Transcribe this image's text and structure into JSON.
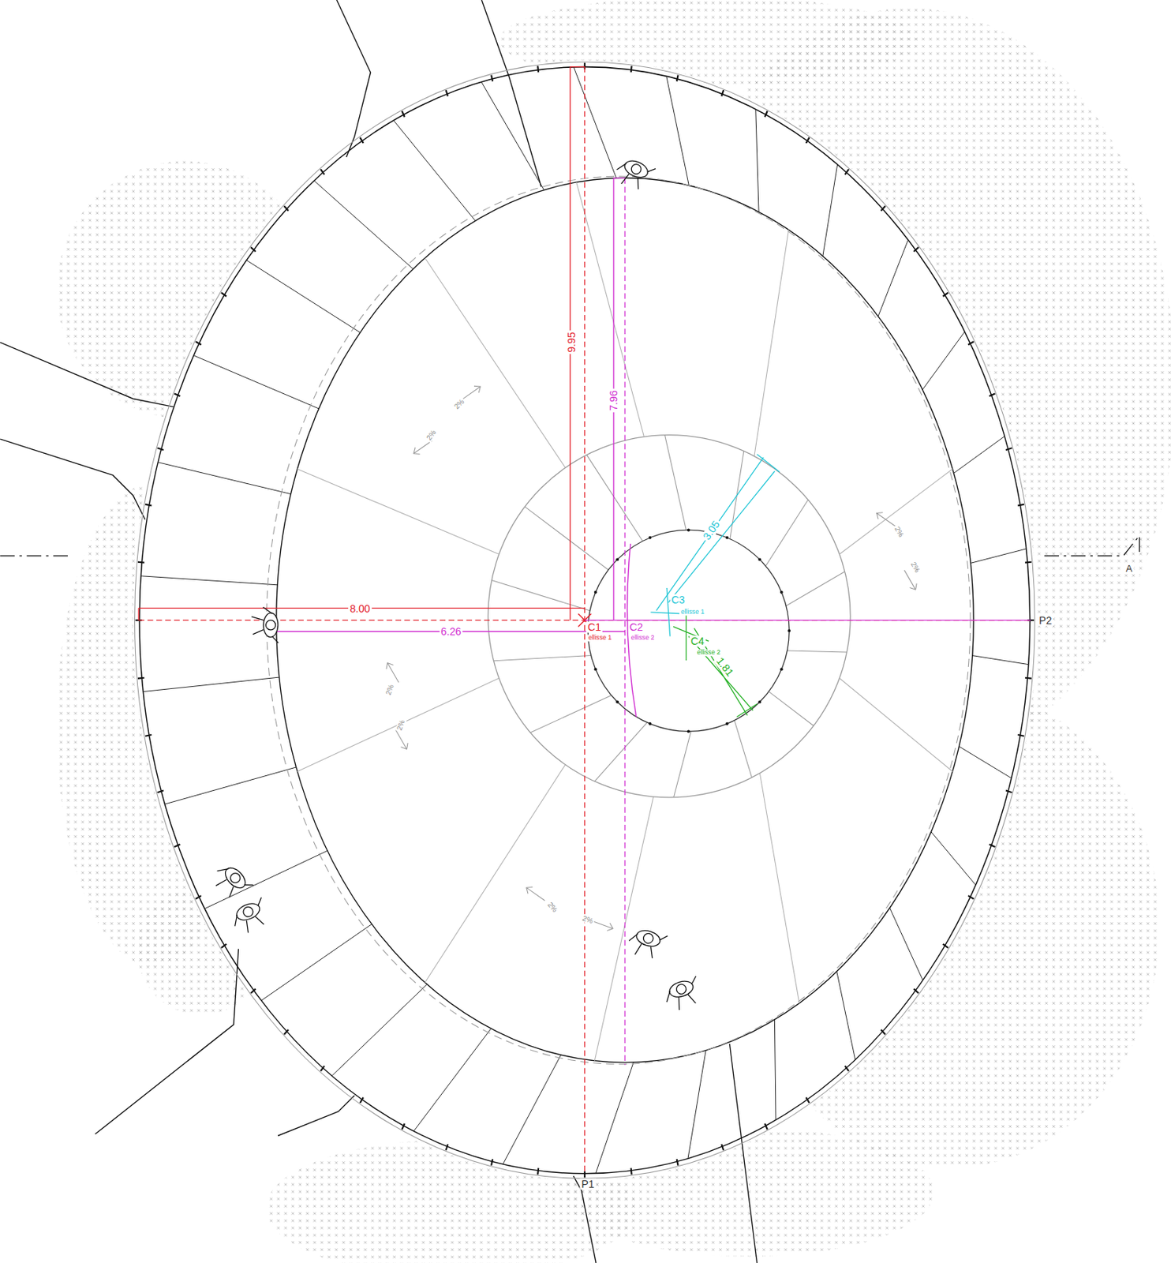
{
  "diagram": {
    "labels": [
      "9.95",
      "7.96",
      "8.00",
      "6.26",
      "C1",
      "ellisse 1",
      "C2",
      "ellisse 2",
      "C3",
      "ellisse 1",
      "C4",
      "ellisse 2",
      "3.05",
      "1.81",
      "P1",
      "P2",
      "A",
      "2%",
      "2%",
      "2%",
      "2%",
      "2%",
      "2%",
      "2%",
      "2%"
    ]
  }
}
